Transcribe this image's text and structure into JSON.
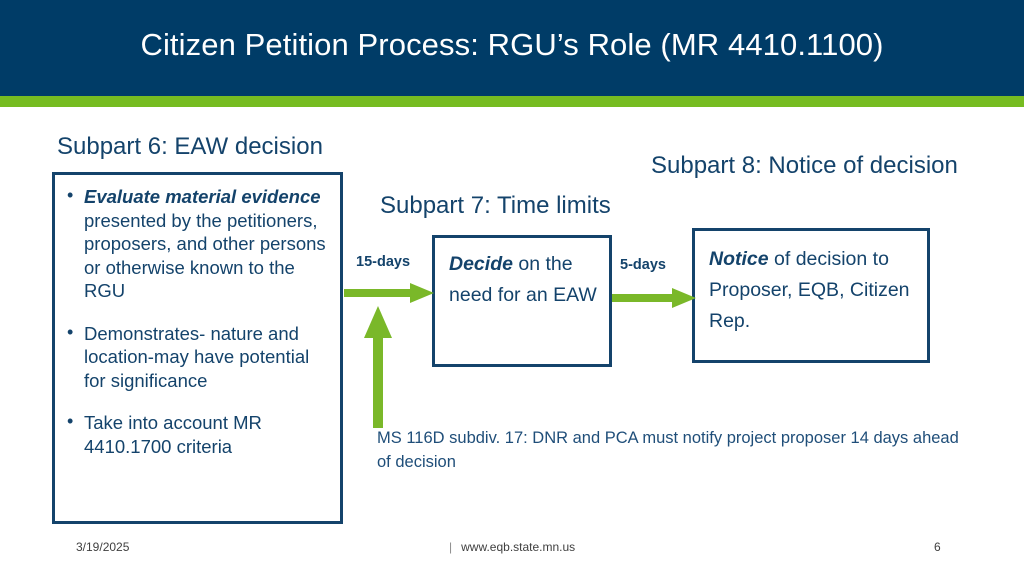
{
  "slide": {
    "title": "Citizen Petition Process: RGU’s Role  (MR 4410.1100)",
    "colors": {
      "banner_navy": "#003C67",
      "accent_green": "#76BC21",
      "text_navy": "#14436B",
      "arrow_green": "#7AB829"
    }
  },
  "headings": {
    "subpart6": "Subpart 6: EAW decision",
    "subpart7": "Subpart 7: Time limits",
    "subpart8": "Subpart 8: Notice of decision"
  },
  "evaluate_box": {
    "bullets": [
      {
        "emphasis": "Evaluate material evidence",
        "rest": " presented by the petitioners, proposers, and other persons or otherwise known to the RGU"
      },
      {
        "emphasis": "",
        "rest": "Demonstrates- nature and location-may have potential for significance"
      },
      {
        "emphasis": "",
        "rest": "Take into account MR 4410.1700 criteria"
      }
    ]
  },
  "decide_box": {
    "emphasis": "Decide",
    "rest": " on the need for an EAW"
  },
  "notice_box": {
    "emphasis": "Notice",
    "rest": " of decision to Proposer, EQB, Citizen Rep."
  },
  "arrows": {
    "left_label": "15-days",
    "right_label": "5-days"
  },
  "footnote": "MS 116D subdiv. 17: DNR and PCA must notify project proposer 14 days ahead of decision",
  "footer": {
    "date": "3/19/2025",
    "separator": "|",
    "url": "www.eqb.state.mn.us",
    "page_number": "6"
  }
}
